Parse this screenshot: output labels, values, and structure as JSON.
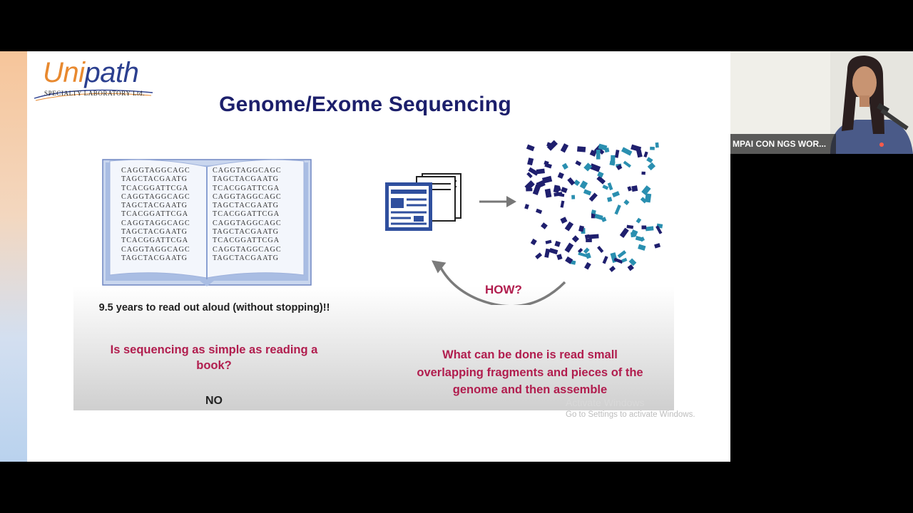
{
  "slide": {
    "logo": {
      "brand_a": "Uni",
      "brand_b": "path",
      "tagline": "SPECIALTY LABORATORY Ltd."
    },
    "title": "Genome/Exome Sequencing",
    "book_lines": [
      "CAGGTAGGCAGC",
      "TAGCTACGAATG",
      "TCACGGATTCGA",
      "CAGGTAGGCAGC",
      "TAGCTACGAATG",
      "TCACGGATTCGA",
      "CAGGTAGGCAGC",
      "TAGCTACGAATG",
      "TCACGGATTCGA",
      "CAGGTAGGCAGC",
      "TAGCTACGAATG"
    ],
    "reading_time": "9.5 years to read out aloud (without stopping)!!",
    "question": "Is sequencing as simple as reading a book?",
    "answer": "NO",
    "how_label": "HOW?",
    "approach": "What can be done is read small overlapping fragments and pieces of the genome and then assemble",
    "colors": {
      "title": "#1c1f6b",
      "accent": "#b11d4e",
      "fragment_dark": "#1f1f6e",
      "fragment_teal": "#2a8fb0"
    }
  },
  "watermark": {
    "title": "Activate Windows",
    "subtitle": "Go to Settings to activate Windows."
  },
  "participant": {
    "name": "MPAI CON NGS WOR..."
  }
}
